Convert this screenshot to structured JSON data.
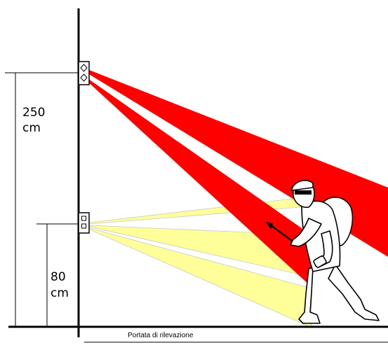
{
  "labels": {
    "high_value": "250",
    "high_unit": "cm",
    "low_value": "80",
    "low_unit": "cm",
    "range_caption": "Portata di rilevazione"
  },
  "colors": {
    "red_beam": "#ff0000",
    "yellow_beam": "#ffff99",
    "line": "#000000",
    "background": "#ffffff"
  },
  "icons": {
    "upper_sensor": "sensor-diamond-icon",
    "lower_sensor": "sensor-square-icon",
    "figure": "intruder-figure"
  }
}
